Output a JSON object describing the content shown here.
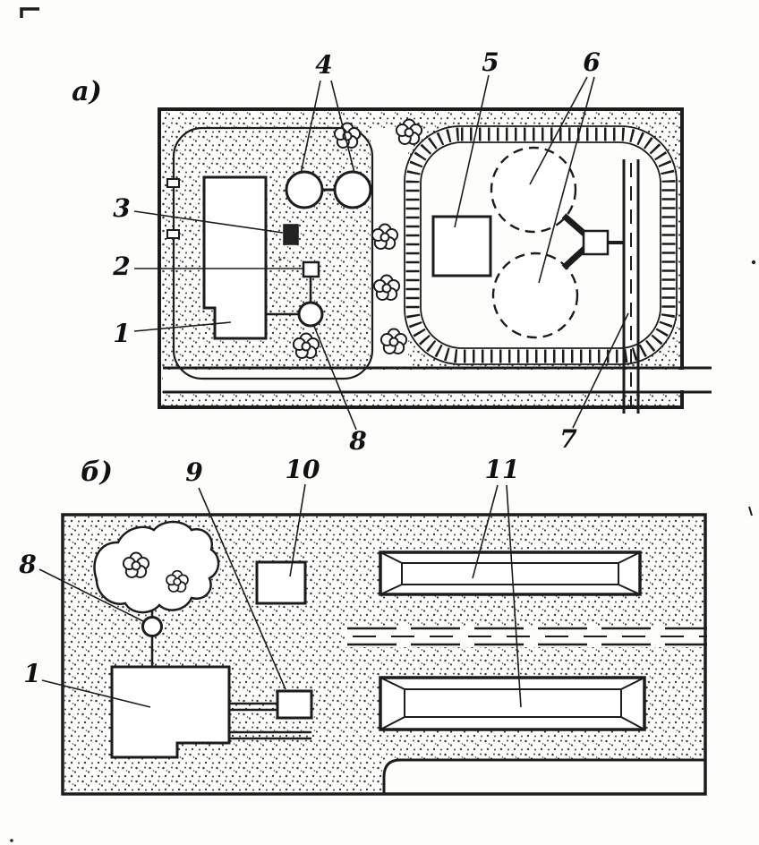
{
  "figure": {
    "panels": {
      "a": {
        "label": "а)",
        "callouts": {
          "c1": "1",
          "c2": "2",
          "c3": "3",
          "c4": "4",
          "c5": "5",
          "c6": "6",
          "c7": "7",
          "c8": "8"
        }
      },
      "b": {
        "label": "б)",
        "callouts": {
          "c1": "1",
          "c8": "8",
          "c9": "9",
          "c10": "10",
          "c11": "11"
        }
      }
    },
    "colors": {
      "ink": "#1c1c1c",
      "paper": "#fdfdfb"
    }
  }
}
